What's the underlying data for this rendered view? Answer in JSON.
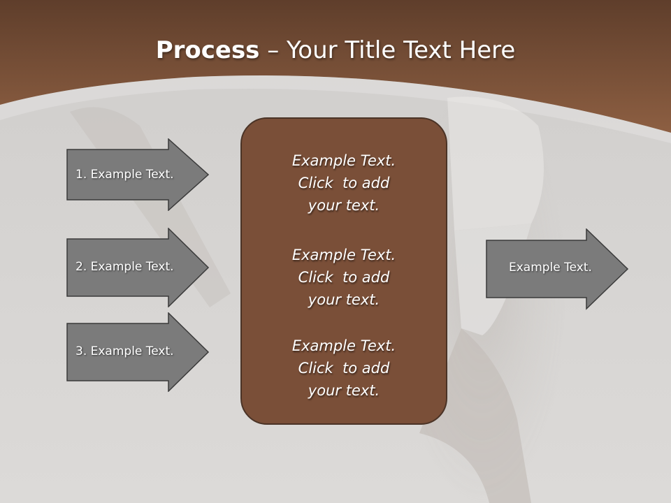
{
  "title": {
    "bold": "Process",
    "rest": " – Your Title Text Here"
  },
  "left_arrows": [
    {
      "label": "1. Example Text."
    },
    {
      "label": "2. Example Text."
    },
    {
      "label": "3. Example Text."
    }
  ],
  "center_blocks": [
    {
      "lines": [
        "Example Text.",
        "Click  to add",
        "your text."
      ]
    },
    {
      "lines": [
        "Example Text.",
        "Click  to add",
        "your text."
      ]
    },
    {
      "lines": [
        "Example Text.",
        "Click  to add",
        "your text."
      ]
    }
  ],
  "right_arrow": {
    "label": "Example Text."
  },
  "colors": {
    "header": "#86583c",
    "center_box": "#7a4f38",
    "arrow_fill": "#7b7b7b",
    "background": "#d8d6d4"
  }
}
